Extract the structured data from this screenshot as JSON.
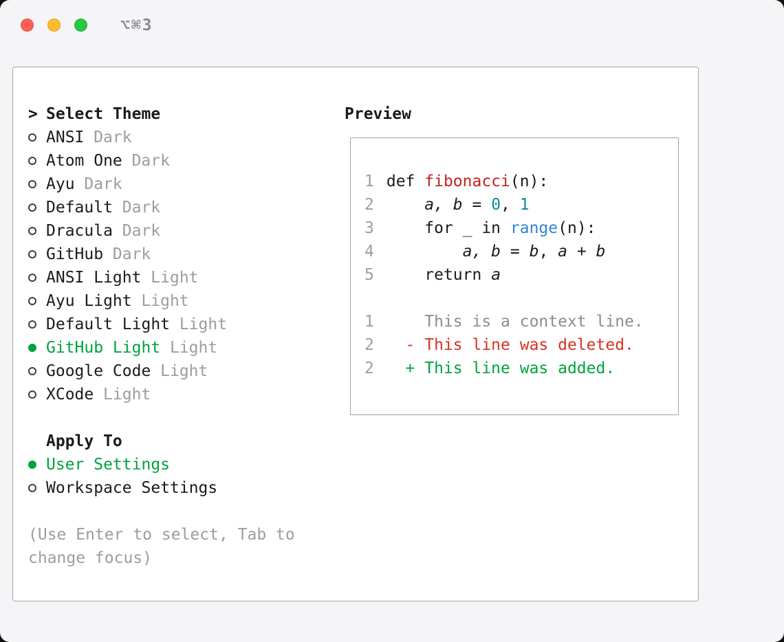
{
  "window": {
    "shortcut": "⌥⌘3"
  },
  "colors": {
    "traffic-red": "#ff5f57",
    "traffic-yellow": "#febc2e",
    "traffic-green": "#28c840",
    "accent-green": "#00a33e",
    "muted": "#9c9ca3",
    "context-gray": "#8c8c92",
    "func-red": "#c5221f",
    "deleted-red": "#d93025",
    "number-teal": "#0d8a99",
    "builtin-blue": "#2f86d2"
  },
  "theme_selector": {
    "prompt": ">",
    "title": "Select Theme",
    "items": [
      {
        "name": "ANSI",
        "variant": "Dark",
        "selected": false
      },
      {
        "name": "Atom One",
        "variant": "Dark",
        "selected": false
      },
      {
        "name": "Ayu",
        "variant": "Dark",
        "selected": false
      },
      {
        "name": "Default",
        "variant": "Dark",
        "selected": false
      },
      {
        "name": "Dracula",
        "variant": "Dark",
        "selected": false
      },
      {
        "name": "GitHub",
        "variant": "Dark",
        "selected": false
      },
      {
        "name": "ANSI Light",
        "variant": "Light",
        "selected": false
      },
      {
        "name": "Ayu Light",
        "variant": "Light",
        "selected": false
      },
      {
        "name": "Default Light",
        "variant": "Light",
        "selected": false
      },
      {
        "name": "GitHub Light",
        "variant": "Light",
        "selected": true
      },
      {
        "name": "Google Code",
        "variant": "Light",
        "selected": false
      },
      {
        "name": "XCode",
        "variant": "Light",
        "selected": false
      }
    ]
  },
  "apply_to": {
    "title": "Apply To",
    "items": [
      {
        "label": "User Settings",
        "selected": true
      },
      {
        "label": "Workspace Settings",
        "selected": false
      }
    ]
  },
  "hint": "(Use Enter to select, Tab to change focus)",
  "preview": {
    "title": "Preview",
    "code": [
      {
        "num": "1",
        "segments": [
          {
            "t": "def ",
            "c": "plain"
          },
          {
            "t": "fibonacci",
            "c": "func"
          },
          {
            "t": "(n):",
            "c": "plain"
          }
        ]
      },
      {
        "num": "2",
        "segments": [
          {
            "t": "    ",
            "c": "plain"
          },
          {
            "t": "a, b",
            "c": "var"
          },
          {
            "t": " = ",
            "c": "plain"
          },
          {
            "t": "0",
            "c": "num"
          },
          {
            "t": ", ",
            "c": "plain"
          },
          {
            "t": "1",
            "c": "num"
          }
        ]
      },
      {
        "num": "3",
        "segments": [
          {
            "t": "    for _ in ",
            "c": "plain"
          },
          {
            "t": "range",
            "c": "builtin"
          },
          {
            "t": "(n):",
            "c": "plain"
          }
        ]
      },
      {
        "num": "4",
        "segments": [
          {
            "t": "        ",
            "c": "plain"
          },
          {
            "t": "a, b",
            "c": "var"
          },
          {
            "t": " = ",
            "c": "plain"
          },
          {
            "t": "b",
            "c": "var"
          },
          {
            "t": ", ",
            "c": "plain"
          },
          {
            "t": "a",
            "c": "var"
          },
          {
            "t": " + ",
            "c": "plain"
          },
          {
            "t": "b",
            "c": "var"
          }
        ]
      },
      {
        "num": "5",
        "segments": [
          {
            "t": "    return ",
            "c": "plain"
          },
          {
            "t": "a",
            "c": "var"
          }
        ]
      }
    ],
    "diff": [
      {
        "num": "1",
        "text": "    This is a context line.",
        "kind": "context"
      },
      {
        "num": "2",
        "text": "  - This line was deleted.",
        "kind": "deleted"
      },
      {
        "num": "2",
        "text": "  + This line was added.",
        "kind": "added"
      }
    ]
  }
}
